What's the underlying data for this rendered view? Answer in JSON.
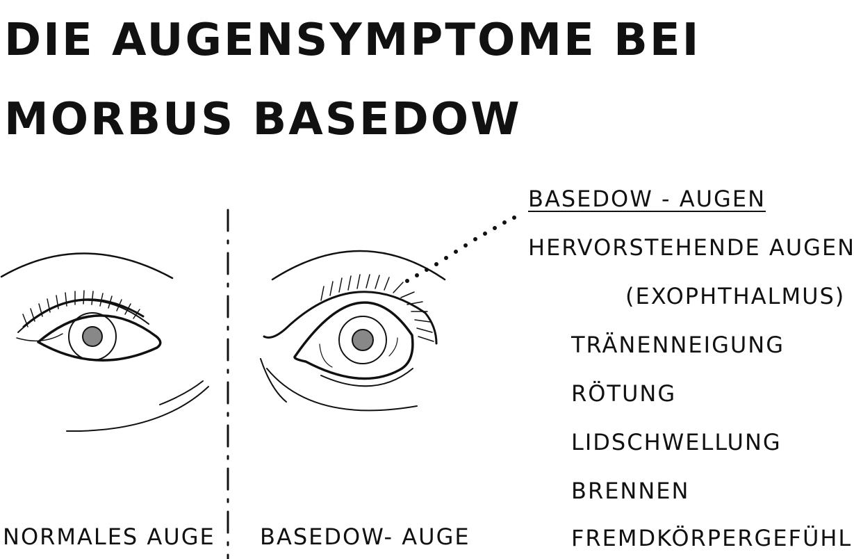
{
  "title": {
    "line1": "DIE AUGENSYMPTOME BEI",
    "line2": "MORBUS BASEDOW"
  },
  "left_panel": {
    "label": "NORMALES AUGE"
  },
  "right_panel": {
    "label": "BASEDOW- AUGE"
  },
  "symptoms": {
    "heading": "BASEDOW - AUGEN",
    "items": [
      "HERVORSTEHENDE AUGEN",
      "(EXOPHTHALMUS)",
      "TRÄNENNEIGUNG",
      "RÖTUNG",
      "LIDSCHWELLUNG",
      "BRENNEN",
      "FREMDKÖRPERGEFÜHL"
    ]
  }
}
